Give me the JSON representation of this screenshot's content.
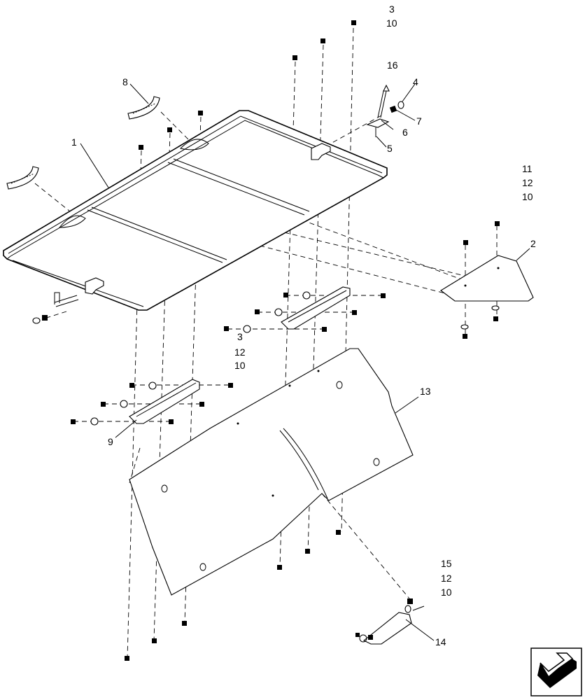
{
  "callouts": {
    "c1": "1",
    "c2": "2",
    "c3_top": "3",
    "c10_top": "10",
    "c16": "16",
    "c4": "4",
    "c7": "7",
    "c6": "6",
    "c5": "5",
    "c8": "8",
    "c11": "11",
    "c12_r": "12",
    "c10_r": "10",
    "c3_mid": "3",
    "c12_mid": "12",
    "c10_mid": "10",
    "c9": "9",
    "c13": "13",
    "c15": "15",
    "c12_b": "12",
    "c10_b": "10",
    "c14": "14"
  },
  "icons": {
    "nav": "next-page-arrow-icon"
  }
}
